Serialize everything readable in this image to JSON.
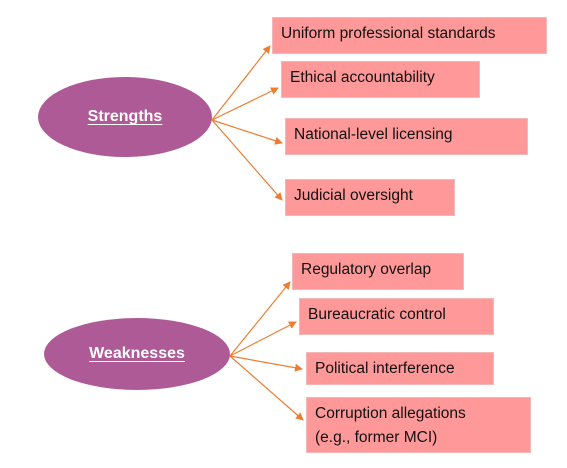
{
  "colors": {
    "ellipse_fill": "#ad5a96",
    "box_fill": "#ff9999",
    "arrow": "#ed7d31"
  },
  "groups": [
    {
      "label": "Strengths",
      "items": [
        [
          "Uniform professional standards"
        ],
        [
          "Ethical accountability"
        ],
        [
          "National-level licensing"
        ],
        [
          "Judicial oversight"
        ]
      ]
    },
    {
      "label": "Weaknesses",
      "items": [
        [
          "Regulatory overlap"
        ],
        [
          "Bureaucratic control"
        ],
        [
          "Political interference"
        ],
        [
          "Corruption allegations",
          "(e.g., former MCI)"
        ]
      ]
    }
  ]
}
